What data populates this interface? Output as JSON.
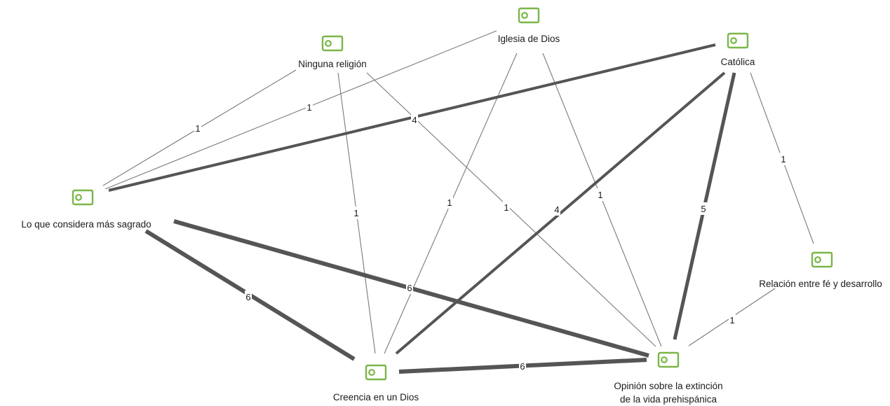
{
  "diagram": {
    "colors": {
      "icon": "#7ab648",
      "edge": "#555555",
      "edge_thin": "#7a7a7a",
      "label_bg": "#ffffff",
      "text": "#1a1a1a"
    },
    "nodes": [
      {
        "id": "ninguna",
        "name": "node-ninguna-religion",
        "icon": "code-tag-icon",
        "label_lines": [
          "Ninguna religión"
        ]
      },
      {
        "id": "iglesia",
        "name": "node-iglesia-de-dios",
        "icon": "code-tag-icon",
        "label_lines": [
          "Iglesia de Dios"
        ]
      },
      {
        "id": "catolica",
        "name": "node-catolica",
        "icon": "code-tag-icon",
        "label_lines": [
          "Católica"
        ]
      },
      {
        "id": "sagrado",
        "name": "node-lo-que-considera-mas-sagrado",
        "icon": "code-tag-icon",
        "label_lines": [
          "Lo que considera más sagrado"
        ]
      },
      {
        "id": "relacion",
        "name": "node-relacion-fe-desarrollo",
        "icon": "code-tag-icon",
        "label_lines": [
          "Relación entre fé y desarrollo"
        ]
      },
      {
        "id": "creencia",
        "name": "node-creencia-en-un-dios",
        "icon": "code-tag-icon",
        "label_lines": [
          "Creencia en un Dios"
        ]
      },
      {
        "id": "opinion",
        "name": "node-opinion-extincion",
        "icon": "code-tag-icon",
        "label_lines": [
          "Opinión sobre la extinción",
          "de la vida prehispánica"
        ]
      }
    ],
    "edges": [
      {
        "from": "ninguna",
        "to": "sagrado",
        "weight": 1,
        "label": "1"
      },
      {
        "from": "ninguna",
        "to": "creencia",
        "weight": 1,
        "label": "1"
      },
      {
        "from": "ninguna",
        "to": "opinion",
        "weight": 1,
        "label": "1"
      },
      {
        "from": "iglesia",
        "to": "sagrado",
        "weight": 1,
        "label": "1"
      },
      {
        "from": "iglesia",
        "to": "creencia",
        "weight": 1,
        "label": "1"
      },
      {
        "from": "iglesia",
        "to": "opinion",
        "weight": 1,
        "label": "1"
      },
      {
        "from": "catolica",
        "to": "sagrado",
        "weight": 4,
        "label": "4"
      },
      {
        "from": "catolica",
        "to": "creencia",
        "weight": 4,
        "label": "4"
      },
      {
        "from": "catolica",
        "to": "opinion",
        "weight": 5,
        "label": "5"
      },
      {
        "from": "catolica",
        "to": "relacion",
        "weight": 1,
        "label": "1"
      },
      {
        "from": "sagrado",
        "to": "creencia",
        "weight": 6,
        "label": "6"
      },
      {
        "from": "sagrado",
        "to": "opinion",
        "weight": 6,
        "label": "6"
      },
      {
        "from": "creencia",
        "to": "opinion",
        "weight": 6,
        "label": "6"
      },
      {
        "from": "relacion",
        "to": "opinion",
        "weight": 1,
        "label": "1"
      }
    ]
  }
}
